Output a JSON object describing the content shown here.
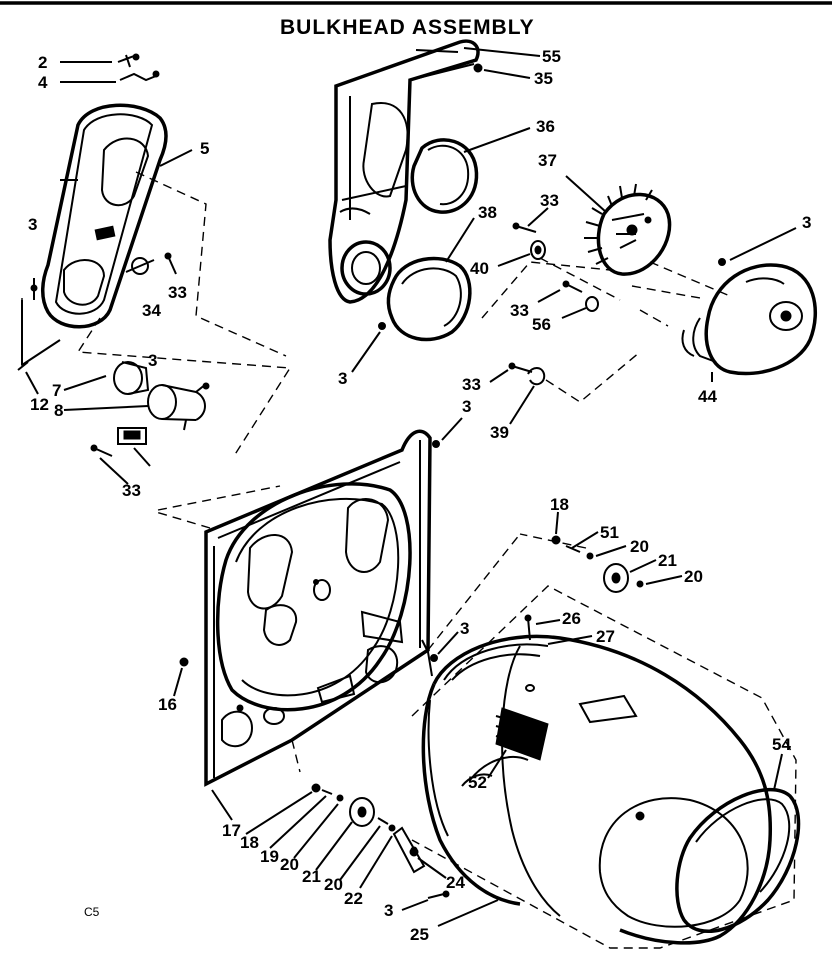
{
  "title": "BULKHEAD ASSEMBLY",
  "footer_code": "C5",
  "callouts": {
    "p2": "2",
    "p4": "4",
    "p5": "5",
    "p3_a": "3",
    "p34": "34",
    "p33_a": "33",
    "p3_b": "3",
    "p7": "7",
    "p8": "8",
    "p12": "12",
    "p33_b": "33",
    "p55": "55",
    "p35": "35",
    "p36": "36",
    "p37": "37",
    "p33_c": "33",
    "p38": "38",
    "p40": "40",
    "p3_c": "3",
    "p33_d": "33",
    "p56": "56",
    "p3_d": "3",
    "p33_e": "33",
    "p39": "39",
    "p3_e": "3",
    "p44": "44",
    "p18_a": "18",
    "p51": "51",
    "p20_a": "20",
    "p21_a": "21",
    "p20_b": "20",
    "p26": "26",
    "p27": "27",
    "p3_f": "3",
    "p16": "16",
    "p52": "52",
    "p54": "54",
    "p17": "17",
    "p18_b": "18",
    "p19": "19",
    "p20_c": "20",
    "p21_b": "21",
    "p20_d": "20",
    "p22": "22",
    "p24": "24",
    "p3_g": "3",
    "p25": "25"
  }
}
